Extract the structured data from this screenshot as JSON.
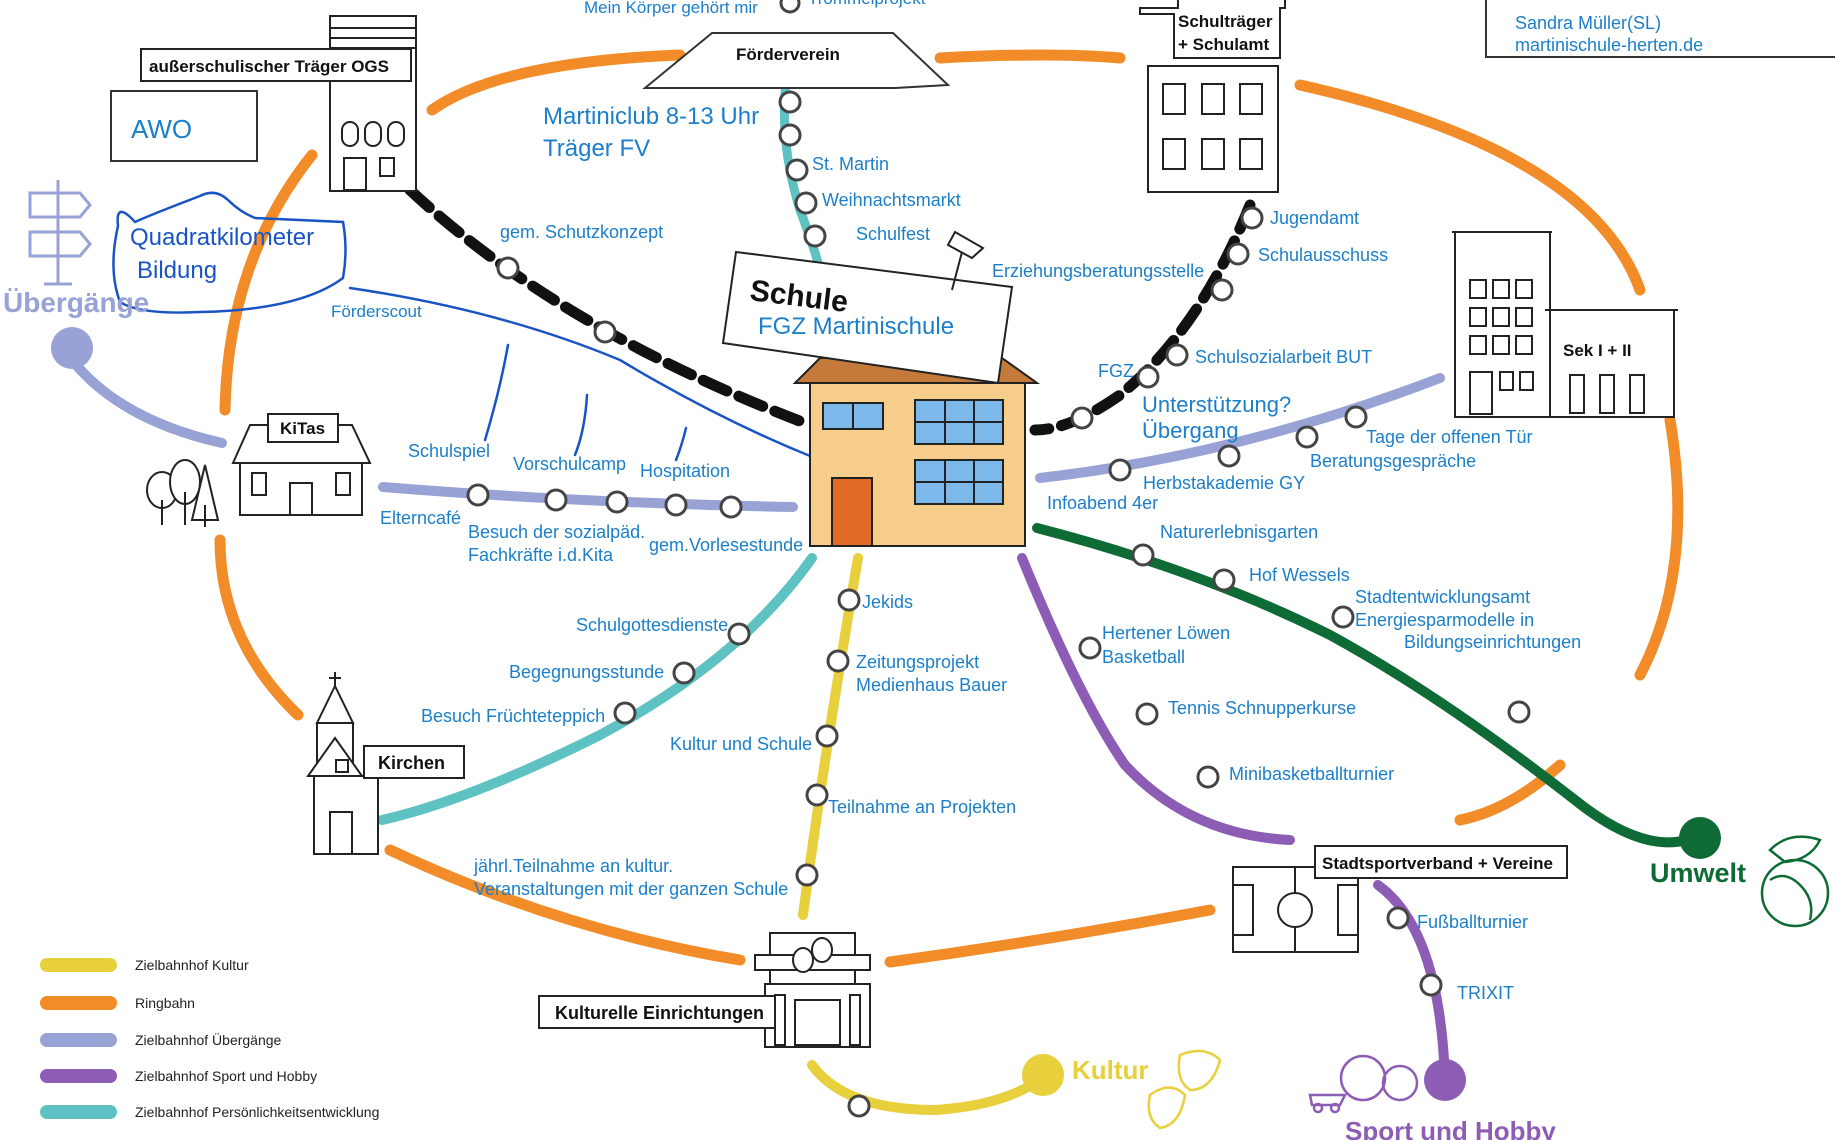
{
  "header": {
    "contact_name": "Sandra Müller(SL)",
    "contact_web": "martinischule-herten.de",
    "top_fragment_1": "Mein Körper gehört mir",
    "top_fragment_2": "Trommelprojekt"
  },
  "center": {
    "title": "Schule",
    "subtitle": "FGZ Martinischule"
  },
  "colors": {
    "ring": "#f28c28",
    "kultur": "#e8cf3c",
    "uebergaenge": "#98a2d4",
    "sport": "#8d5db5",
    "persoenlichkeit": "#5fc2c2",
    "umwelt": "#0f6b35",
    "dashed": "#111111",
    "text": "#1c7fc9",
    "handwriting": "#1a54c4"
  },
  "hubs": {
    "ogs": "außerschulischer Träger OGS",
    "awo": "AWO",
    "foerderverein": "Förderverein",
    "schultraeger_1": "Schulträger",
    "schultraeger_2": "+ Schulamt",
    "sek": "Sek I + II",
    "kitas": "KiTas",
    "kirchen": "Kirchen",
    "kulturelle": "Kulturelle Einrichtungen",
    "stadtsport": "Stadtsportverband + Vereine",
    "uebergaenge": "Übergänge",
    "kultur": "Kultur",
    "sport_hobby": "Sport und Hobby",
    "umwelt": "Umwelt"
  },
  "stations": {
    "martiniclub_1": "Martiniclub 8-13 Uhr",
    "martiniclub_2": "Träger FV",
    "st_martin": "St. Martin",
    "weihnachtsmarkt": "Weihnachtsmarkt",
    "schulfest": "Schulfest",
    "erziehungsberatung": "Erziehungsberatungsstelle",
    "schutzkonzept": "gem. Schutzkonzept",
    "quadrat_1": "Quadratkilometer",
    "quadrat_2": "Bildung",
    "foerderscout": "Förderscout",
    "jugendamt": "Jugendamt",
    "schulausschuss": "Schulausschuss",
    "schulsozialarbeit": "Schulsozialarbeit BUT",
    "fgz": "FGZ",
    "unterstuetzung_1": "Unterstützung?",
    "unterstuetzung_2": "Übergang",
    "tage_offene_tuer": "Tage der offenen Tür",
    "beratungsgespraeche": "Beratungsgespräche",
    "herbstakademie": "Herbstakademie GY",
    "infoabend": "Infoabend 4er",
    "schulspiel": "Schulspiel",
    "vorschulcamp": "Vorschulcamp",
    "hospitation": "Hospitation",
    "elterncafe": "Elterncafé",
    "besuch_sozial_1": "Besuch der sozialpäd.",
    "besuch_sozial_2": "Fachkräfte i.d.Kita",
    "vorlesestunde": "gem.Vorlesestunde",
    "naturerlebnisgarten": "Naturerlebnisgarten",
    "hof_wessels": "Hof Wessels",
    "stadtentwicklung_1": "Stadtentwicklungsamt",
    "stadtentwicklung_2": "Energiesparmodelle in",
    "stadtentwicklung_3": "Bildungseinrichtungen",
    "loewen_1": "Hertener Löwen",
    "loewen_2": "Basketball",
    "tennis": "Tennis Schnupperkurse",
    "minibasketball": "Minibasketballturnier",
    "fussballturnier": "Fußballturnier",
    "trixit": "TRIXIT",
    "jekids": "Jekids",
    "zeitung_1": "Zeitungsprojekt",
    "zeitung_2": "Medienhaus Bauer",
    "kultur_schule": "Kultur und Schule",
    "teilnahme_projekte": "Teilnahme an Projekten",
    "jaehrl_1": "jährl.Teilnahme an kultur.",
    "jaehrl_2": "Veranstaltungen mit der ganzen Schule",
    "schulgottesdienste": "Schulgottesdienste",
    "begegnungsstunde": "Begegnungsstunde",
    "fruechteteppich": "Besuch Früchteteppich"
  },
  "legend": [
    {
      "label": "Zielbahnhof Kultur",
      "color": "#e8cf3c"
    },
    {
      "label": "Ringbahn",
      "color": "#f28c28"
    },
    {
      "label": "Zielbahnhof Übergänge",
      "color": "#98a2d4"
    },
    {
      "label": "Zielbahnhof Sport und Hobby",
      "color": "#8d5db5"
    },
    {
      "label": "Zielbahnhof Persönlichkeitsentwicklung",
      "color": "#5fc2c2"
    }
  ]
}
